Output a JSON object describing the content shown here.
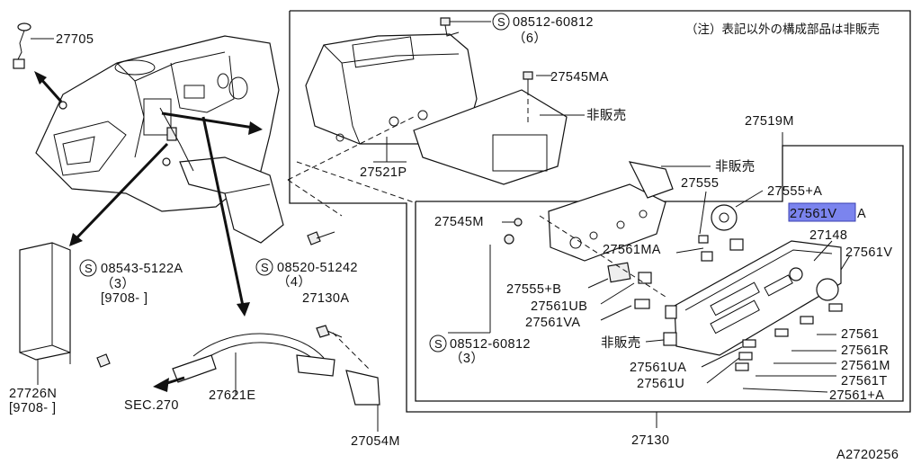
{
  "note": "（注）表記以外の構成部品は非販売",
  "drawing_id": "A2720256",
  "labels": {
    "l27705": "27705",
    "s0851260812_top": "08512-60812",
    "qty6": "（6）",
    "l27545MA": "27545MA",
    "hihanbai_1": "非販売",
    "l27519M": "27519M",
    "l27521P": "27521P",
    "hihanbai_2": "非販売",
    "l27555": "27555",
    "l27555A": "27555+A",
    "l27545M": "27545M",
    "l27561VA_hl": "27561V",
    "l27561VA_suffix": "A",
    "l27148": "27148",
    "l27561MA": "27561MA",
    "l27561V": "27561V",
    "s0854305122A": "08543-5122A",
    "qty3_a": "（3）",
    "date_a": "[9708-     ]",
    "s0852051242": "08520-51242",
    "qty4": "（4）",
    "l27130A": "27130A",
    "l27555B": "27555+B",
    "l27561UB": "27561UB",
    "l27561VA": "27561VA",
    "s0851260812_bot": "08512-60812",
    "qty3_b": "（3）",
    "hihanbai_3": "非販売",
    "l27561": "27561",
    "l27561R": "27561R",
    "l27561M": "27561M",
    "l27561T": "27561T",
    "l27561UA": "27561UA",
    "l27561U": "27561U",
    "l27561A": "27561+A",
    "l27726N": "27726N",
    "date_b": "[9708-     ]",
    "sec270": "SEC.270",
    "l27621E": "27621E",
    "l27054M": "27054M",
    "l27130": "27130",
    "s_symbol": "S"
  }
}
